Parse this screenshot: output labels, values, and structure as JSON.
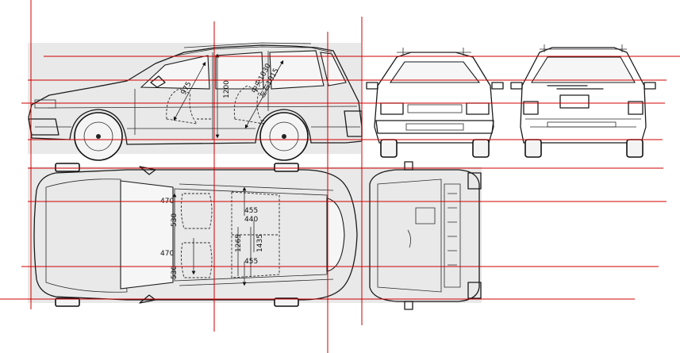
{
  "drawing": {
    "colors": {
      "guide_line": "#d00000",
      "panel": "#e9e9e9",
      "ink": "#1a1a1a"
    },
    "side_view": {
      "dims": {
        "seatback_front": "975",
        "headroom": "1200",
        "center_label": "中央1030",
        "sub_label": "左右1015"
      }
    },
    "plan_view": {
      "dims": {
        "front_shoulder_a": "470",
        "front_hip_a": "530",
        "front_shoulder_b": "470",
        "front_hip_b": "530",
        "rear_top": "455",
        "rear_mid": "440",
        "rear_length_a": "1265",
        "rear_length_b": "1435",
        "rear_bottom": "455"
      }
    }
  }
}
